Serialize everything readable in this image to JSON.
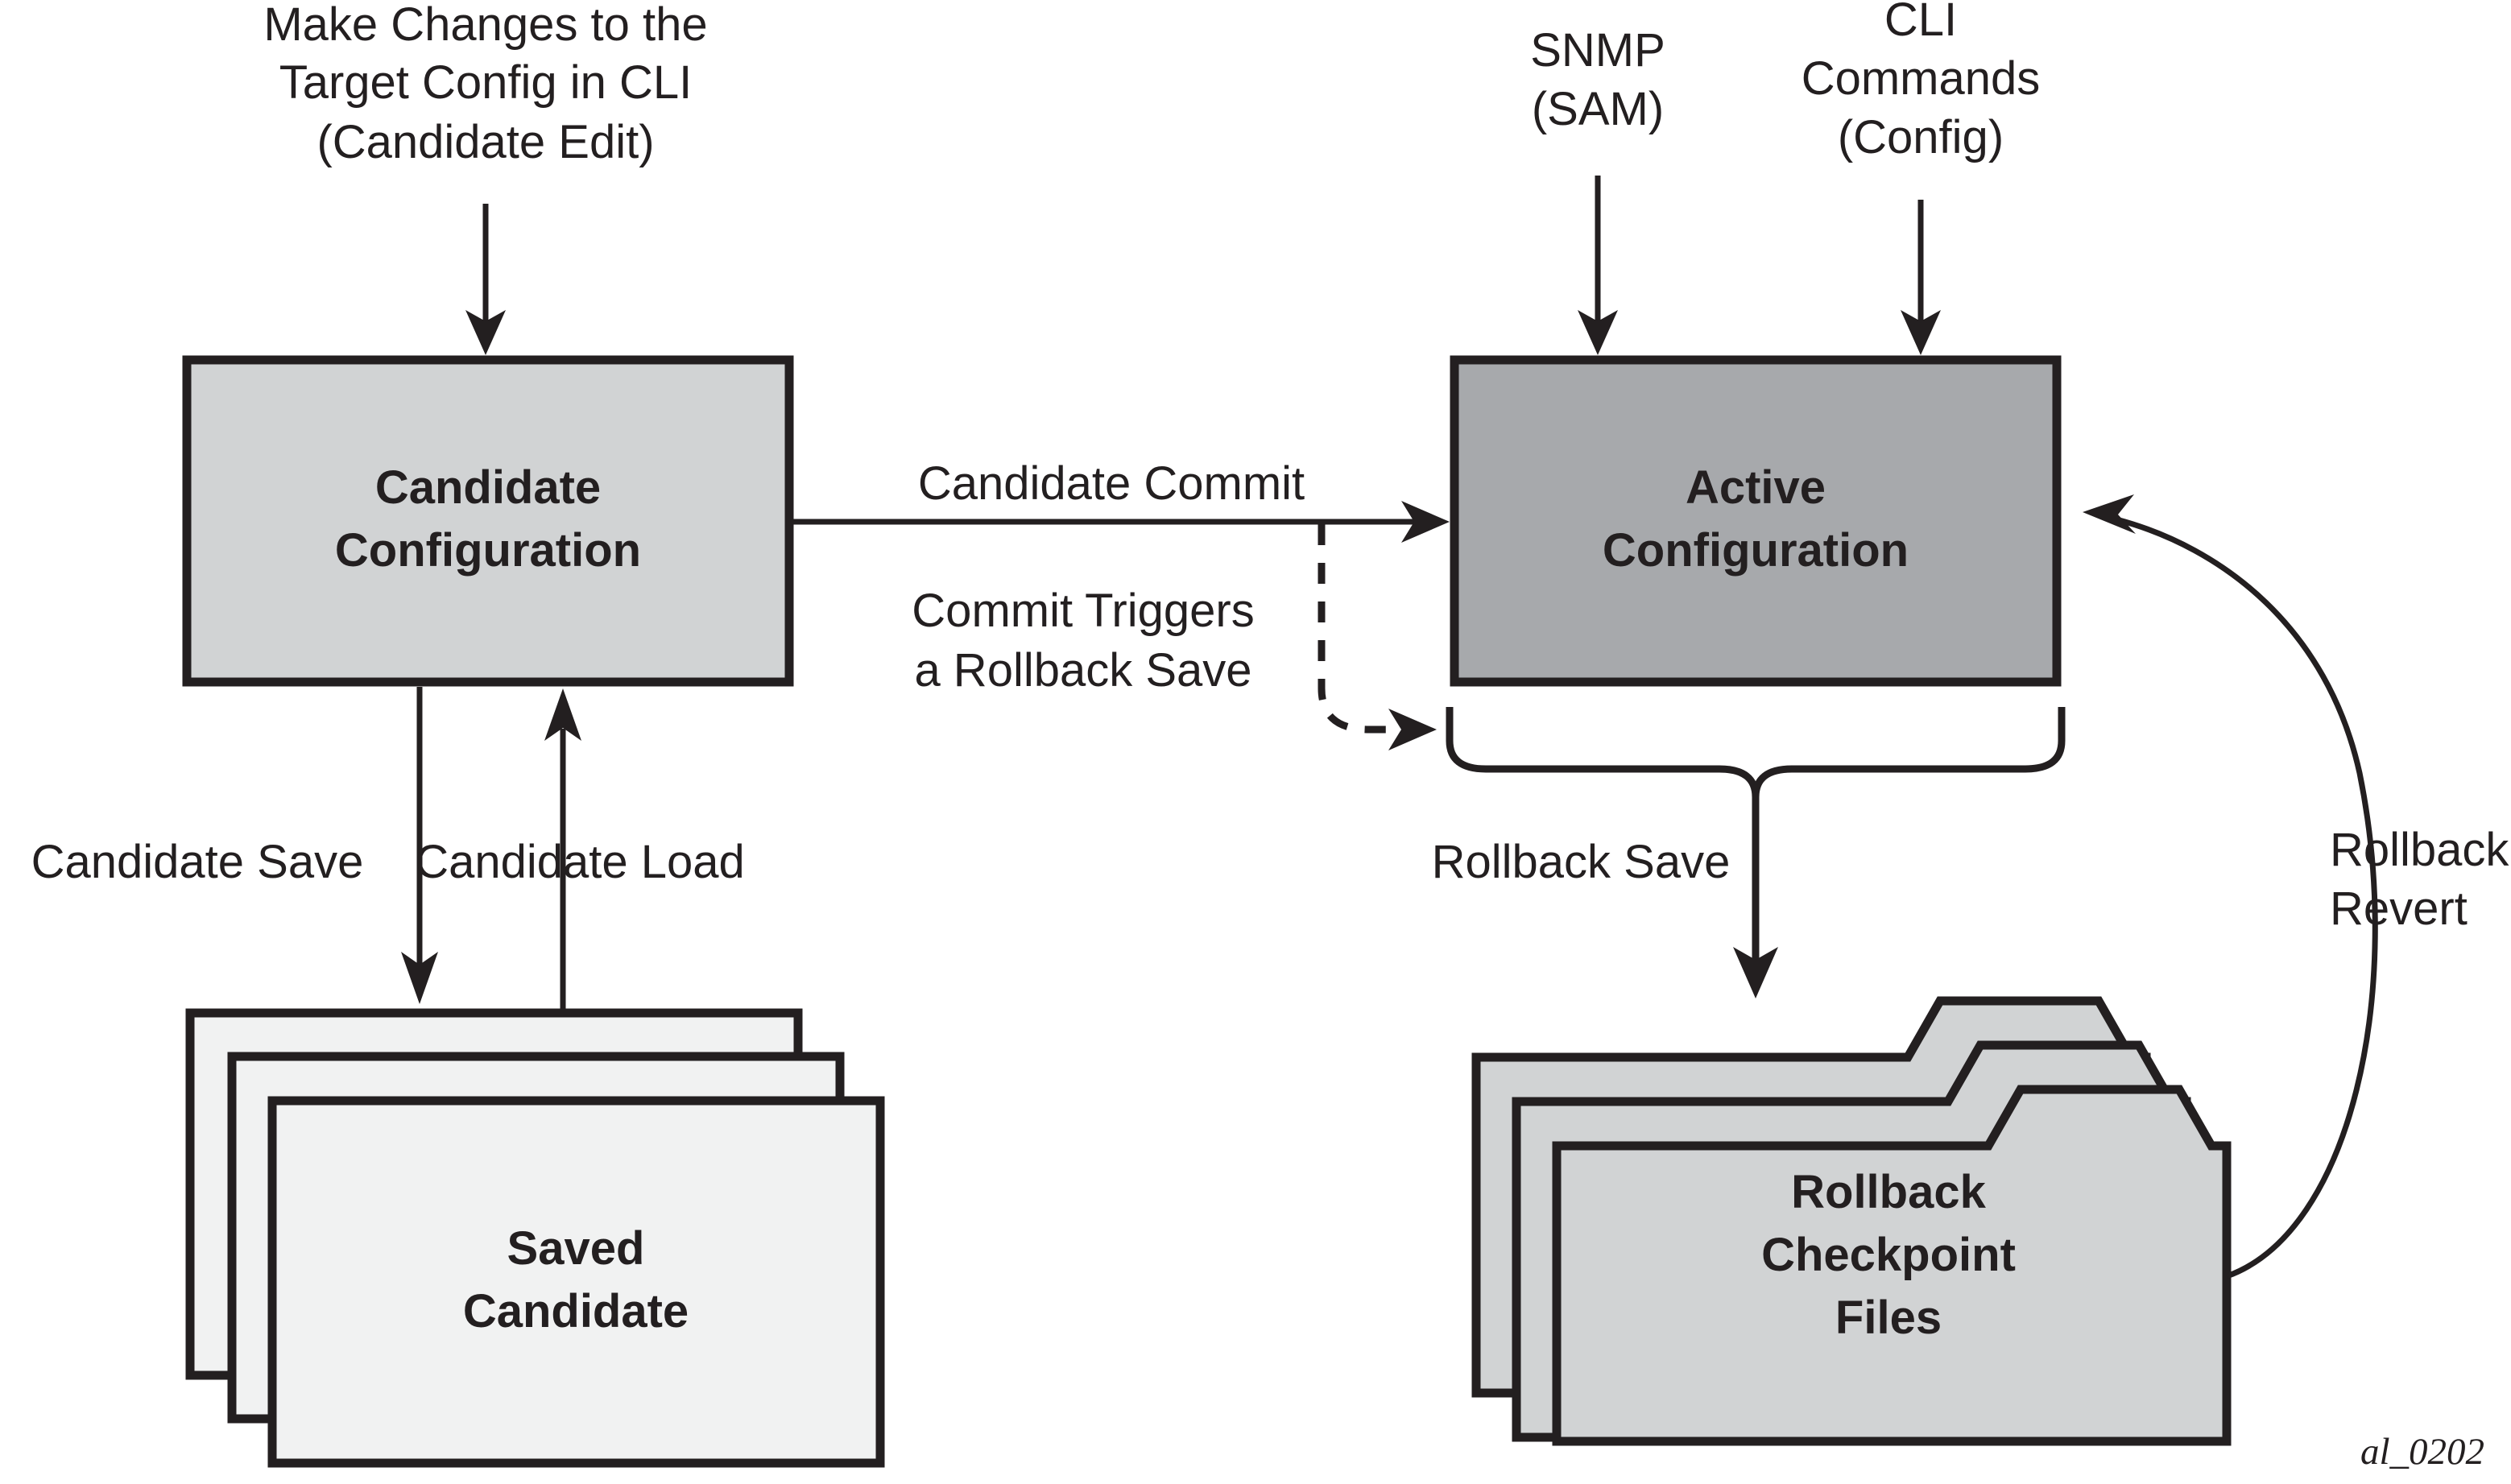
{
  "diagram": {
    "figure_id": "al_0202",
    "colors": {
      "stroke": "#231f20",
      "candidate_fill": "#d1d3d4",
      "active_fill": "#a7a9ac",
      "saved_candidate_fill": "#f1f2f2",
      "rollback_fill": "#d1d3d4",
      "background": "#ffffff"
    },
    "nodes": [
      {
        "id": "candidate-configuration",
        "label_lines": [
          "Candidate",
          "Configuration"
        ],
        "shape": "rectangle",
        "fill": "#d1d3d4"
      },
      {
        "id": "active-configuration",
        "label_lines": [
          "Active",
          "Configuration"
        ],
        "shape": "rectangle",
        "fill": "#a7a9ac"
      },
      {
        "id": "saved-candidate",
        "label_lines": [
          "Saved",
          "Candidate"
        ],
        "shape": "stacked-pages",
        "fill": "#f1f2f2",
        "stack_count": 3
      },
      {
        "id": "rollback-checkpoint-files",
        "label_lines": [
          "Rollback",
          "Checkpoint",
          "Files"
        ],
        "shape": "stacked-folders",
        "fill": "#d1d3d4",
        "stack_count": 3
      }
    ],
    "input_labels": [
      {
        "id": "candidate-edit-input",
        "lines": [
          "Make Changes to the",
          "Target Config in CLI",
          "(Candidate Edit)"
        ],
        "target": "candidate-configuration"
      },
      {
        "id": "snmp-input",
        "lines": [
          "SNMP",
          "(SAM)"
        ],
        "target": "active-configuration"
      },
      {
        "id": "cli-commands-input",
        "lines": [
          "CLI",
          "Commands",
          "(Config)"
        ],
        "target": "active-configuration"
      }
    ],
    "edges": [
      {
        "id": "candidate-commit",
        "lines": [
          "Candidate Commit"
        ],
        "style": "solid",
        "from": "candidate-configuration",
        "to": "active-configuration"
      },
      {
        "id": "commit-triggers-rollback-save",
        "lines": [
          "Commit Triggers",
          "a Rollback Save"
        ],
        "style": "dashed",
        "from": "candidate-commit",
        "to": "active-configuration-brace"
      },
      {
        "id": "candidate-save",
        "lines": [
          "Candidate Save"
        ],
        "style": "solid",
        "from": "candidate-configuration",
        "to": "saved-candidate"
      },
      {
        "id": "candidate-load",
        "lines": [
          "Candidate Load"
        ],
        "style": "solid",
        "from": "saved-candidate",
        "to": "candidate-configuration"
      },
      {
        "id": "rollback-save",
        "lines": [
          "Rollback Save"
        ],
        "style": "solid",
        "from": "active-configuration",
        "to": "rollback-checkpoint-files"
      },
      {
        "id": "rollback-revert",
        "lines": [
          "Rollback",
          "Revert"
        ],
        "style": "curve",
        "from": "rollback-checkpoint-files",
        "to": "active-configuration"
      }
    ],
    "text": {
      "input_candidate_edit_l1": "Make Changes to the",
      "input_candidate_edit_l2": "Target Config in CLI",
      "input_candidate_edit_l3": "(Candidate Edit)",
      "input_snmp_l1": "SNMP",
      "input_snmp_l2": "(SAM)",
      "input_cli_l1": "CLI",
      "input_cli_l2": "Commands",
      "input_cli_l3": "(Config)",
      "candidate_box_l1": "Candidate",
      "candidate_box_l2": "Configuration",
      "active_box_l1": "Active",
      "active_box_l2": "Configuration",
      "saved_box_l1": "Saved",
      "saved_box_l2": "Candidate",
      "rollback_box_l1": "Rollback",
      "rollback_box_l2": "Checkpoint",
      "rollback_box_l3": "Files",
      "edge_candidate_commit": "Candidate Commit",
      "edge_commit_triggers_l1": "Commit Triggers",
      "edge_commit_triggers_l2": "a Rollback Save",
      "edge_candidate_save": "Candidate Save",
      "edge_candidate_load": "Candidate Load",
      "edge_rollback_save": "Rollback Save",
      "edge_rollback_revert_l1": "Rollback",
      "edge_rollback_revert_l2": "Revert",
      "figure_id": "al_0202"
    }
  }
}
